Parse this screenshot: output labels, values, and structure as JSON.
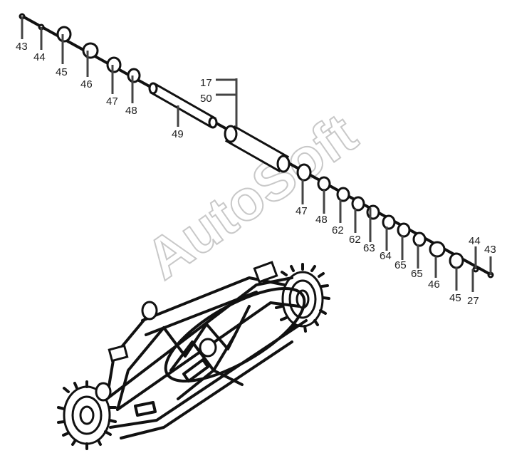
{
  "watermark": "AutoSoft",
  "callouts": [
    {
      "id": "c43a",
      "label": "43"
    },
    {
      "id": "c44a",
      "label": "44"
    },
    {
      "id": "c45a",
      "label": "45"
    },
    {
      "id": "c46a",
      "label": "46"
    },
    {
      "id": "c47a",
      "label": "47"
    },
    {
      "id": "c48a",
      "label": "48"
    },
    {
      "id": "c49",
      "label": "49"
    },
    {
      "id": "c17",
      "label": "17"
    },
    {
      "id": "c50",
      "label": "50"
    },
    {
      "id": "c47b",
      "label": "47"
    },
    {
      "id": "c48b",
      "label": "48"
    },
    {
      "id": "c62a",
      "label": "62"
    },
    {
      "id": "c62b",
      "label": "62"
    },
    {
      "id": "c63",
      "label": "63"
    },
    {
      "id": "c64",
      "label": "64"
    },
    {
      "id": "c65a",
      "label": "65"
    },
    {
      "id": "c65b",
      "label": "65"
    },
    {
      "id": "c46b",
      "label": "46"
    },
    {
      "id": "c45b",
      "label": "45"
    },
    {
      "id": "c27",
      "label": "27"
    },
    {
      "id": "c44b",
      "label": "44"
    },
    {
      "id": "c43b",
      "label": "43"
    }
  ]
}
